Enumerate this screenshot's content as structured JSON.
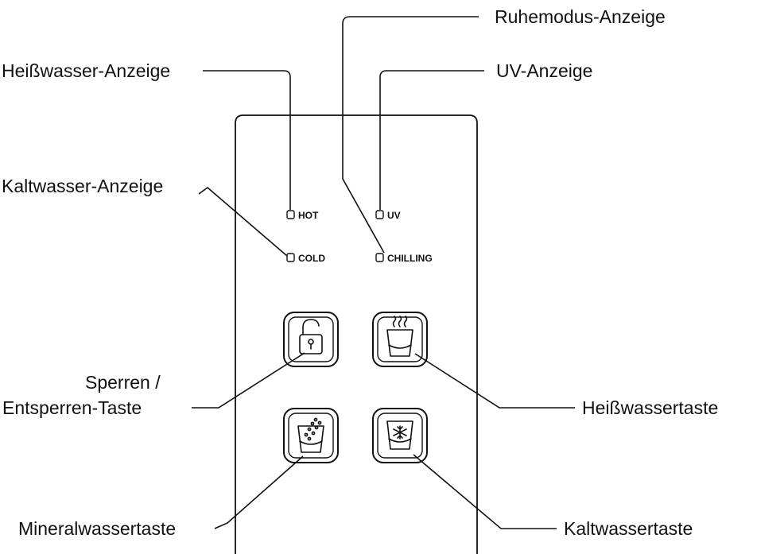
{
  "callouts": {
    "ruhemodus": "Ruhemodus-Anzeige",
    "heisswasser_anzeige": "Heißwasser-Anzeige",
    "uv_anzeige": "UV-Anzeige",
    "kaltwasser_anzeige": "Kaltwasser-Anzeige",
    "sperren_line1": "Sperren /",
    "sperren_line2": "Entsperren-Taste",
    "heisswassertaste": "Heißwassertaste",
    "mineralwassertaste": "Mineralwassertaste",
    "kaltwassertaste": "Kaltwassertaste"
  },
  "panel": {
    "indicators": {
      "hot": "HOT",
      "uv": "UV",
      "cold": "COLD",
      "chilling": "CHILLING"
    },
    "buttons": {
      "lock": "lock-icon",
      "hot_water": "hot-water-cup-icon",
      "mineral_water": "mineral-water-cup-icon",
      "cold_water": "snowflake-cup-icon"
    }
  },
  "colors": {
    "line": "#111111",
    "background": "#ffffff"
  }
}
